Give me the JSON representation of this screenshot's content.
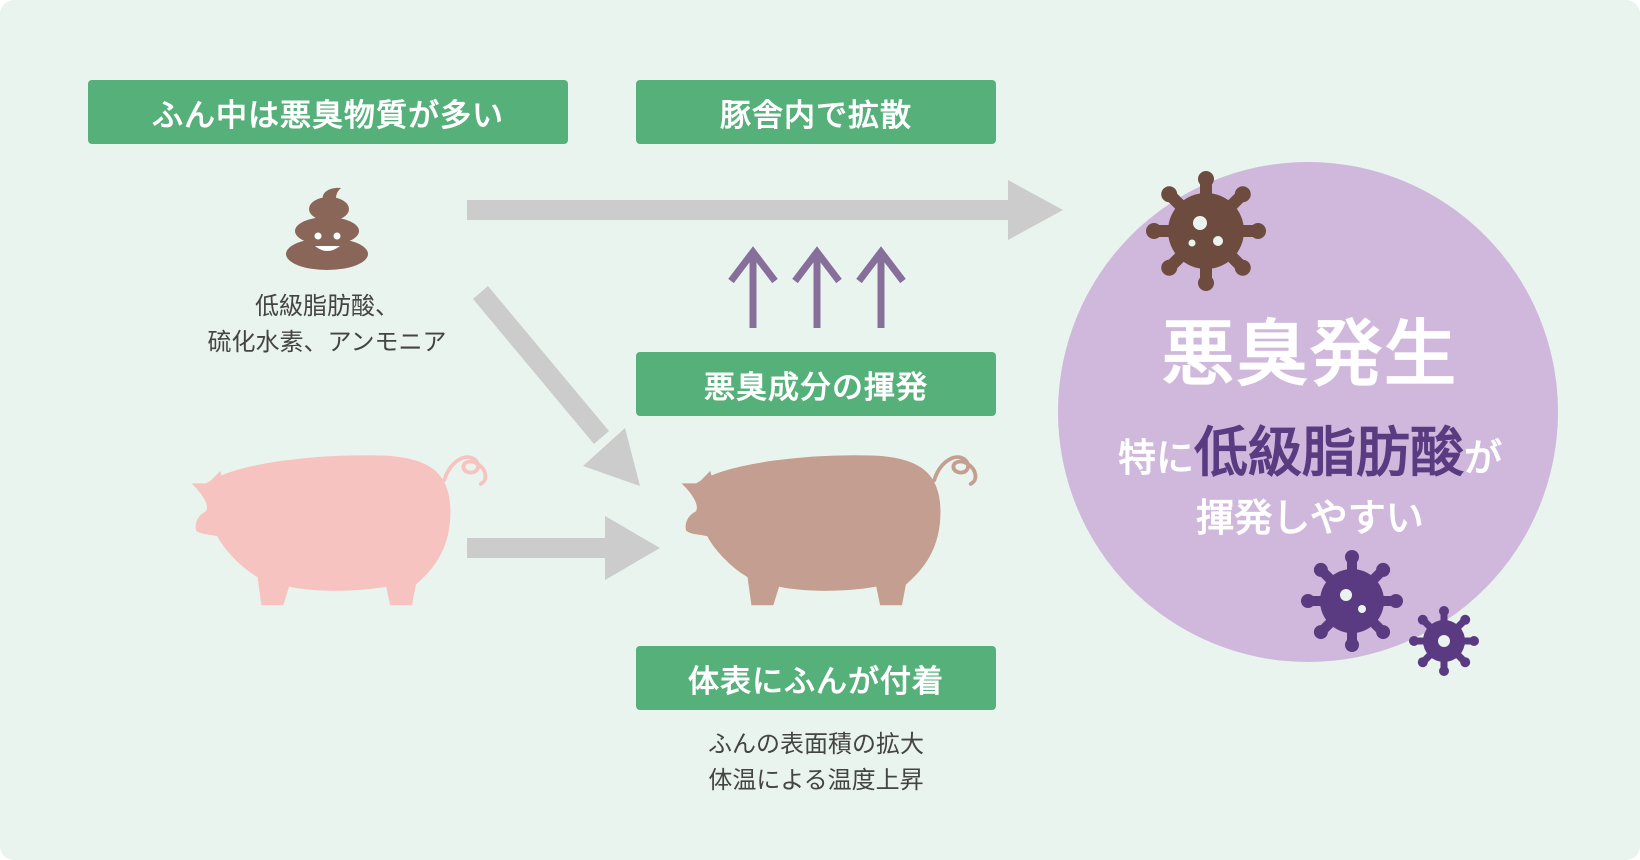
{
  "labels": {
    "feces_odor": "ふん中は悪臭物質が多い",
    "diffusion": "豚舎内で拡散",
    "volatilization": "悪臭成分の揮発",
    "adhesion": "体表にふんが付着"
  },
  "notes": {
    "substances": [
      "低級脂肪酸、",
      "硫化水素、アンモニア"
    ],
    "reasons": [
      "ふんの表面積の拡大",
      "体温による温度上昇"
    ]
  },
  "result": {
    "title": "悪臭発生",
    "line1_prefix": "特に",
    "line1_emphasis": "低級脂肪酸",
    "line1_suffix": "が",
    "line2": "揮発しやすい"
  },
  "icons": [
    "poop-icon",
    "clean-pig-icon",
    "dirty-pig-icon",
    "germ-icon",
    "up-arrow-icon",
    "right-arrow-icon"
  ],
  "colors": {
    "background": "#eaf4ee",
    "label_green": "#55b07a",
    "arrow_gray": "#cccccc",
    "up_arrow_purple": "#86709a",
    "circle_lavender": "#cfb8dc",
    "emphasis_purple": "#5a3a80",
    "germ_brown": "#6d4c3f",
    "germ_purple": "#5a3a80",
    "clean_pig": "#f7c3c0",
    "dirty_pig": "#c49f91",
    "poop_brown": "#8a6659"
  }
}
